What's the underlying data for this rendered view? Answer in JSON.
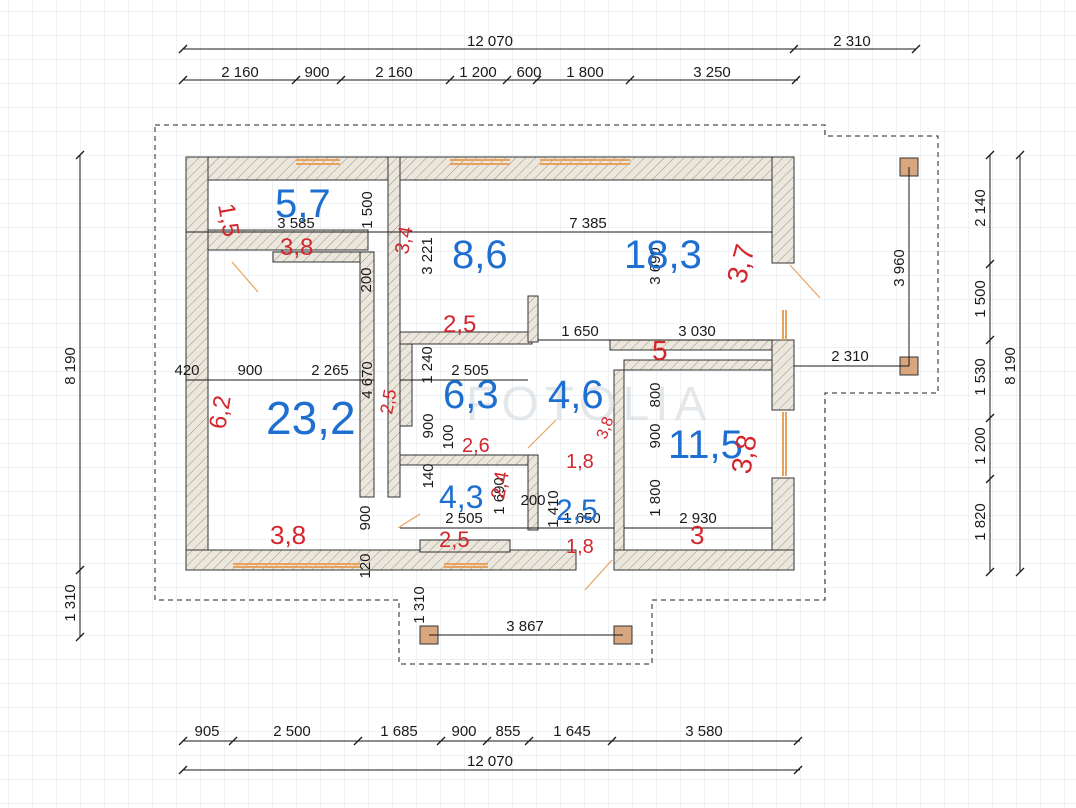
{
  "title": "Floor plan",
  "watermark": "FOTOLIA",
  "colors": {
    "grid": "#dfe5ea",
    "wall": "#e7e1d6",
    "window": "#e9a25c",
    "dims": "#1a1a1a",
    "area_notes": "#1f6fd1",
    "hand_notes": "#d3262d"
  },
  "dimensions": {
    "top_total": "12 070",
    "top_extra": "2 310",
    "top_segments": [
      "2 160",
      "900",
      "2 160",
      "1 200",
      "600",
      "1 800",
      "3 250"
    ],
    "bottom_segments": [
      "905",
      "2 500",
      "1 685",
      "900",
      "855",
      "1 645",
      "3 580"
    ],
    "bottom_total": "12 070",
    "left_total": "8 190",
    "left_extra": "1 310",
    "right_segments": [
      "2 140",
      "1 500",
      "1 530",
      "1 200",
      "1 820"
    ],
    "right_total": "8 190",
    "terrace_right_height": "3 960",
    "terrace_right_width": "2 310",
    "porch_width": "3 867",
    "porch_depth": "1 310",
    "interior": [
      "3 585",
      "1 500",
      "7 385",
      "3 221",
      "3 690",
      "200",
      "1 650",
      "3 030",
      "420",
      "900",
      "2 265",
      "4 670",
      "1 240",
      "2 505",
      "800",
      "900",
      "100",
      "900",
      "140",
      "1 690",
      "200",
      "1 410",
      "1 650",
      "1 800",
      "900",
      "2 505",
      "2 930",
      "120"
    ]
  },
  "room_areas": [
    "5,7",
    "8,6",
    "18,3",
    "23,2",
    "6,3",
    "4,6",
    "11,5",
    "4,3",
    "2,5"
  ],
  "hand_notes": [
    "1,5",
    "3,8",
    "3,4",
    "3,7",
    "2,5",
    "5",
    "6,2",
    "2,5",
    "2,6",
    "1,8",
    "2,4",
    "3,8",
    "3,8",
    "2,5",
    "1,8",
    "3"
  ]
}
